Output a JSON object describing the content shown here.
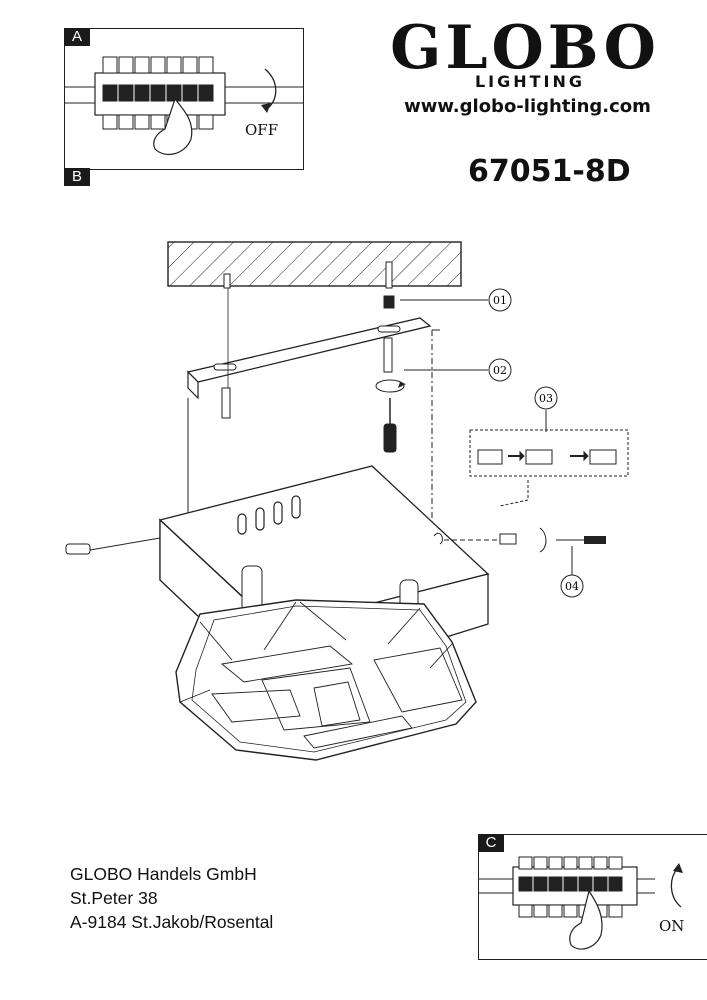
{
  "brand": {
    "name": "GLOBO",
    "sub": "LIGHTING",
    "url": "www.globo-lighting.com"
  },
  "model": "67051-8D",
  "panels": {
    "a": {
      "tag": "A",
      "state": "OFF"
    },
    "b": {
      "tag": "B"
    },
    "c": {
      "tag": "C",
      "state": "ON"
    }
  },
  "callouts": [
    "01",
    "02",
    "03",
    "04"
  ],
  "address": {
    "line1": "GLOBO Handels GmbH",
    "line2": "St.Peter 38",
    "line3": "A-9184 St.Jakob/Rosental"
  },
  "icons": [
    "hand-switch-off-icon",
    "hand-switch-on-icon",
    "rotate-arrow-icon",
    "screwdriver-icon",
    "screw-icon",
    "wire-connector-icon"
  ]
}
